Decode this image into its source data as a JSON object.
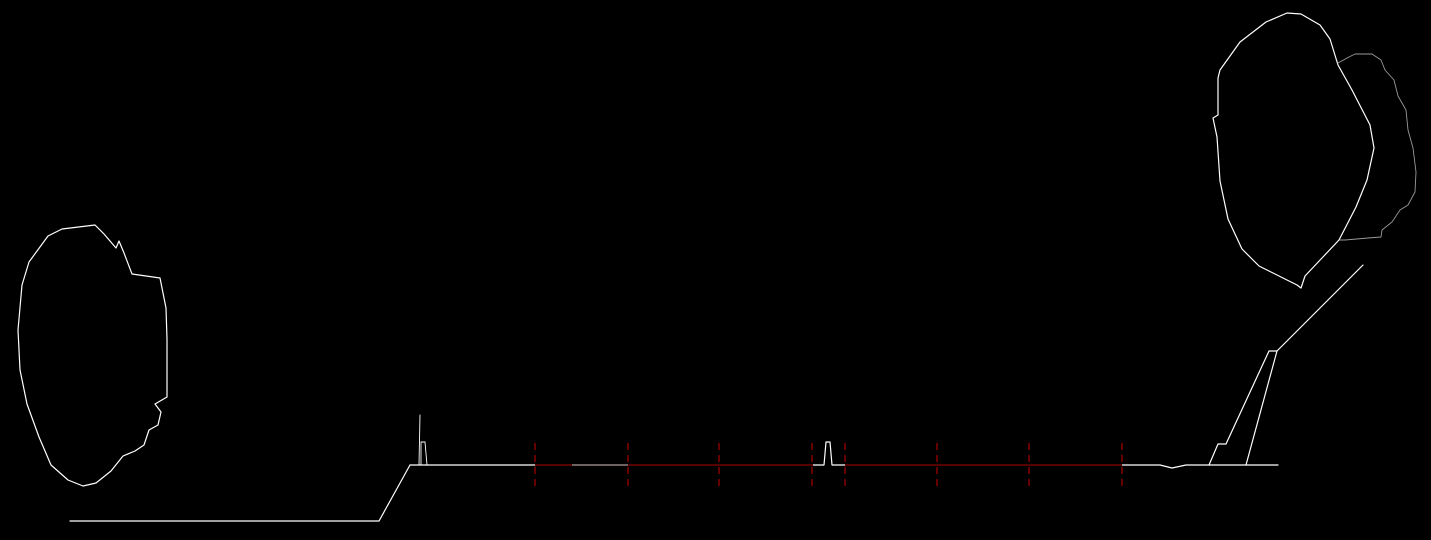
{
  "drawing": {
    "type": "CAD road cross-section",
    "background_color": "#000000",
    "colors": {
      "outline": "#FFFFFF",
      "outline_dim": "#BFBFBF",
      "dimension_line": "#8B0000",
      "tick_marks": "#CC0000"
    },
    "segments": {
      "left_lane_group_tick_count": 4,
      "right_lane_group_tick_count": 4
    }
  }
}
